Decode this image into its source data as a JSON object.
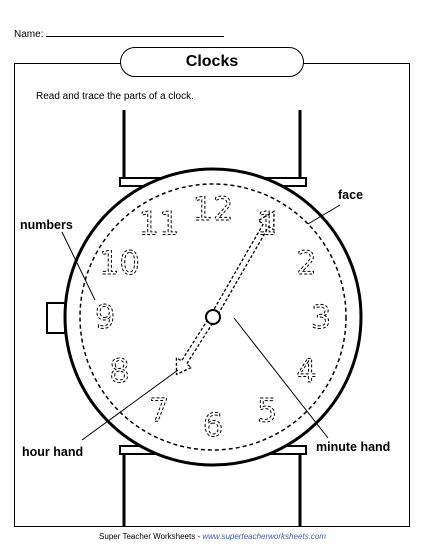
{
  "header": {
    "name_label": "Name:"
  },
  "worksheet": {
    "title": "Clocks",
    "instructions": "Read and trace the parts of a clock."
  },
  "clock": {
    "numbers": [
      "12",
      "1",
      "2",
      "3",
      "4",
      "5",
      "6",
      "7",
      "8",
      "9",
      "10",
      "11"
    ],
    "time": {
      "hour": 7,
      "minute": 5
    }
  },
  "labels": {
    "numbers": "numbers",
    "face": "face",
    "hour_hand": "hour hand",
    "minute_hand": "minute hand"
  },
  "footer": {
    "site_name": "Super Teacher Worksheets",
    "separator": " - ",
    "url": "www.superteacherworksheets.com"
  }
}
